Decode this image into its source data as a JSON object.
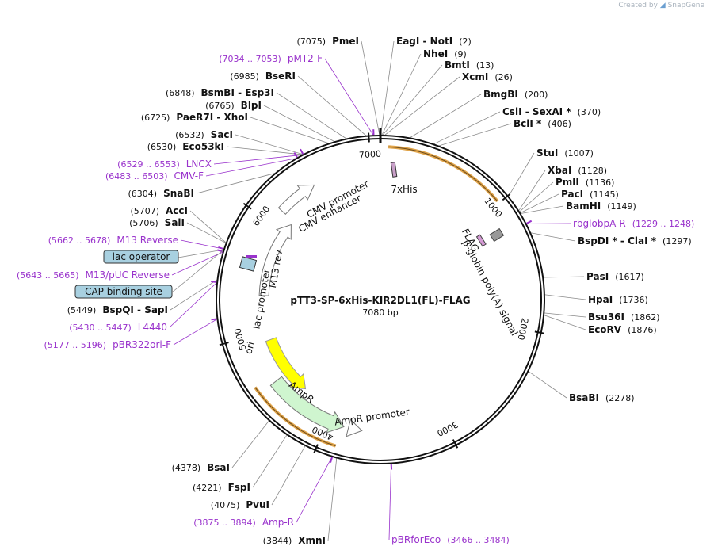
{
  "credit": {
    "prefix": "Created by",
    "brand": "SnapGene"
  },
  "plasmid": {
    "name": "pTT3-SP-6xHis-KIR2DL1(FL)-FLAG",
    "size_label": "7080 bp",
    "length": 7080
  },
  "colors": {
    "enzyme": "#111111",
    "primer": "#9932cc",
    "leader": "#8a8a8a",
    "backbone": "#111111",
    "orange": "#e0a44a",
    "feature_box": "#a8d0e0"
  },
  "ticks": [
    {
      "pos": 1000,
      "label": "1000"
    },
    {
      "pos": 2000,
      "label": "2000"
    },
    {
      "pos": 3000,
      "label": "3000"
    },
    {
      "pos": 4000,
      "label": "4000"
    },
    {
      "pos": 5000,
      "label": "5000"
    },
    {
      "pos": 6000,
      "label": "6000"
    },
    {
      "pos": 7000,
      "label": "7000"
    }
  ],
  "left_labels": [
    {
      "pos": "(7075)",
      "name": "PmeI",
      "kind": "enzyme"
    },
    {
      "pos": "(7034 .. 7053)",
      "name": "pMT2-F",
      "kind": "primer"
    },
    {
      "pos": "(6985)",
      "name": "BseRI",
      "kind": "enzyme"
    },
    {
      "pos": "(6848)",
      "name": "BsmBI  -  Esp3I",
      "kind": "enzyme"
    },
    {
      "pos": "(6765)",
      "name": "BlpI",
      "kind": "enzyme"
    },
    {
      "pos": "(6725)",
      "name": "PaeR7I  -  XhoI",
      "kind": "enzyme"
    },
    {
      "pos": "(6532)",
      "name": "SacI",
      "kind": "enzyme"
    },
    {
      "pos": "(6530)",
      "name": "Eco53kI",
      "kind": "enzyme"
    },
    {
      "pos": "(6529 .. 6553)",
      "name": "LNCX",
      "kind": "primer"
    },
    {
      "pos": "(6483 .. 6503)",
      "name": "CMV-F",
      "kind": "primer"
    },
    {
      "pos": "(6304)",
      "name": "SnaBI",
      "kind": "enzyme"
    },
    {
      "pos": "(5707)",
      "name": "AccI",
      "kind": "enzyme"
    },
    {
      "pos": "(5706)",
      "name": "SalI",
      "kind": "enzyme"
    },
    {
      "pos": "(5662 .. 5678)",
      "name": "M13 Reverse",
      "kind": "primer"
    },
    {
      "pos": "",
      "name": "lac operator",
      "kind": "box"
    },
    {
      "pos": "(5643 .. 5665)",
      "name": "M13/pUC Reverse",
      "kind": "primer"
    },
    {
      "pos": "",
      "name": "CAP binding site",
      "kind": "box"
    },
    {
      "pos": "(5449)",
      "name": "BspQI  -  SapI",
      "kind": "enzyme"
    },
    {
      "pos": "(5430 .. 5447)",
      "name": "L4440",
      "kind": "primer"
    },
    {
      "pos": "(5177 .. 5196)",
      "name": "pBR322ori-F",
      "kind": "primer"
    },
    {
      "pos": "(4378)",
      "name": "BsaI",
      "kind": "enzyme"
    },
    {
      "pos": "(4221)",
      "name": "FspI",
      "kind": "enzyme"
    },
    {
      "pos": "(4075)",
      "name": "PvuI",
      "kind": "enzyme"
    },
    {
      "pos": "(3875 .. 3894)",
      "name": "Amp-R",
      "kind": "primer"
    },
    {
      "pos": "(3844)",
      "name": "XmnI",
      "kind": "enzyme"
    }
  ],
  "right_labels": [
    {
      "name": "EagI  -  NotI",
      "pos": "(2)",
      "kind": "enzyme"
    },
    {
      "name": "NheI",
      "pos": "(9)",
      "kind": "enzyme"
    },
    {
      "name": "BmtI",
      "pos": "(13)",
      "kind": "enzyme"
    },
    {
      "name": "XcmI",
      "pos": "(26)",
      "kind": "enzyme"
    },
    {
      "name": "BmgBI",
      "pos": "(200)",
      "kind": "enzyme"
    },
    {
      "name": "CsiI  -  SexAI *",
      "pos": "(370)",
      "kind": "enzyme"
    },
    {
      "name": "BclI *",
      "pos": "(406)",
      "kind": "enzyme"
    },
    {
      "name": "StuI",
      "pos": "(1007)",
      "kind": "enzyme"
    },
    {
      "name": "XbaI",
      "pos": "(1128)",
      "kind": "enzyme"
    },
    {
      "name": "PmlI",
      "pos": "(1136)",
      "kind": "enzyme"
    },
    {
      "name": "PacI",
      "pos": "(1145)",
      "kind": "enzyme"
    },
    {
      "name": "BamHI",
      "pos": "(1149)",
      "kind": "enzyme"
    },
    {
      "name": "rbglobpA-R",
      "pos": "(1229 .. 1248)",
      "kind": "primer"
    },
    {
      "name": "BspDI *  -  ClaI *",
      "pos": "(1297)",
      "kind": "enzyme"
    },
    {
      "name": "PasI",
      "pos": "(1617)",
      "kind": "enzyme"
    },
    {
      "name": "HpaI",
      "pos": "(1736)",
      "kind": "enzyme"
    },
    {
      "name": "Bsu36I",
      "pos": "(1862)",
      "kind": "enzyme"
    },
    {
      "name": "EcoRV",
      "pos": "(1876)",
      "kind": "enzyme"
    },
    {
      "name": "BsaBI",
      "pos": "(2278)",
      "kind": "enzyme"
    },
    {
      "name": "pBRforEco",
      "pos": "(3466 .. 3484)",
      "kind": "primer"
    }
  ],
  "features": {
    "his": "7xHis",
    "flag": "FLAG",
    "globin": "β-globin poly(A) signal",
    "cmv_promoter": "CMV promoter",
    "cmv_enhancer": "CMV enhancer",
    "m13rev": "M13 rev",
    "lac_promoter": "lac promoter",
    "ori": "ori",
    "ampr": "AmpR",
    "ampr_promoter": "AmpR promoter"
  }
}
